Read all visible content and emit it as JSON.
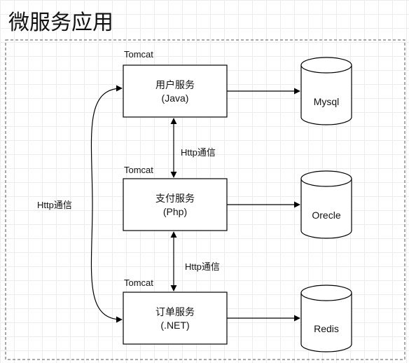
{
  "title": "微服务应用",
  "colors": {
    "line": "#000000",
    "frame": "#555555",
    "fill": "#ffffff"
  },
  "services": [
    {
      "container": "Tomcat",
      "name": "用户服务",
      "lang": "(Java)"
    },
    {
      "container": "Tomcat",
      "name": "支付服务",
      "lang": "(Php)"
    },
    {
      "container": "Tomcat",
      "name": "订单服务",
      "lang": "(.NET)"
    }
  ],
  "databases": [
    "Mysql",
    "Orecle",
    "Redis"
  ],
  "links": {
    "user_payment": "Http通信",
    "payment_order": "Http通信",
    "user_order": "Http通信"
  }
}
